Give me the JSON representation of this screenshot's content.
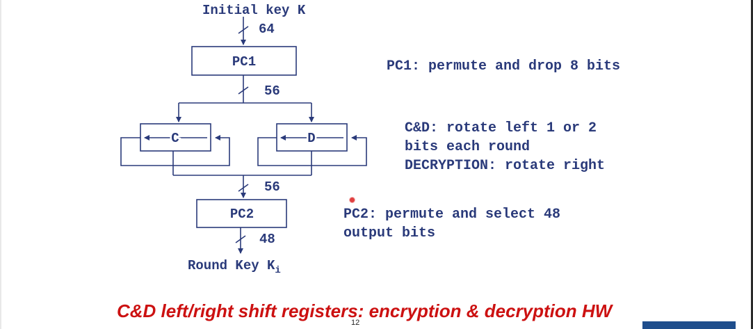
{
  "diagram": {
    "input_label": "Initial key K",
    "bits_in": "64",
    "pc1_label": "PC1",
    "bits_after_pc1": "56",
    "c_label": "C",
    "d_label": "D",
    "bits_after_cd": "56",
    "pc2_label": "PC2",
    "bits_out": "48",
    "output_label_main": "Round Key K",
    "output_label_sub": "i"
  },
  "notes": {
    "pc1": "PC1: permute and drop 8 bits",
    "cd_line1": "C&D: rotate left 1 or 2",
    "cd_line2": "bits each round",
    "cd_line3": "DECRYPTION: rotate right",
    "pc2_line1": "PC2: permute and select 48",
    "pc2_line2": "output bits"
  },
  "footer": {
    "caption": "C&D left/right shift registers: encryption & decryption HW",
    "page_number": "12"
  },
  "colors": {
    "text": "#2a3a7a",
    "lines": "#2a3a7a",
    "caption": "#cc1111"
  }
}
